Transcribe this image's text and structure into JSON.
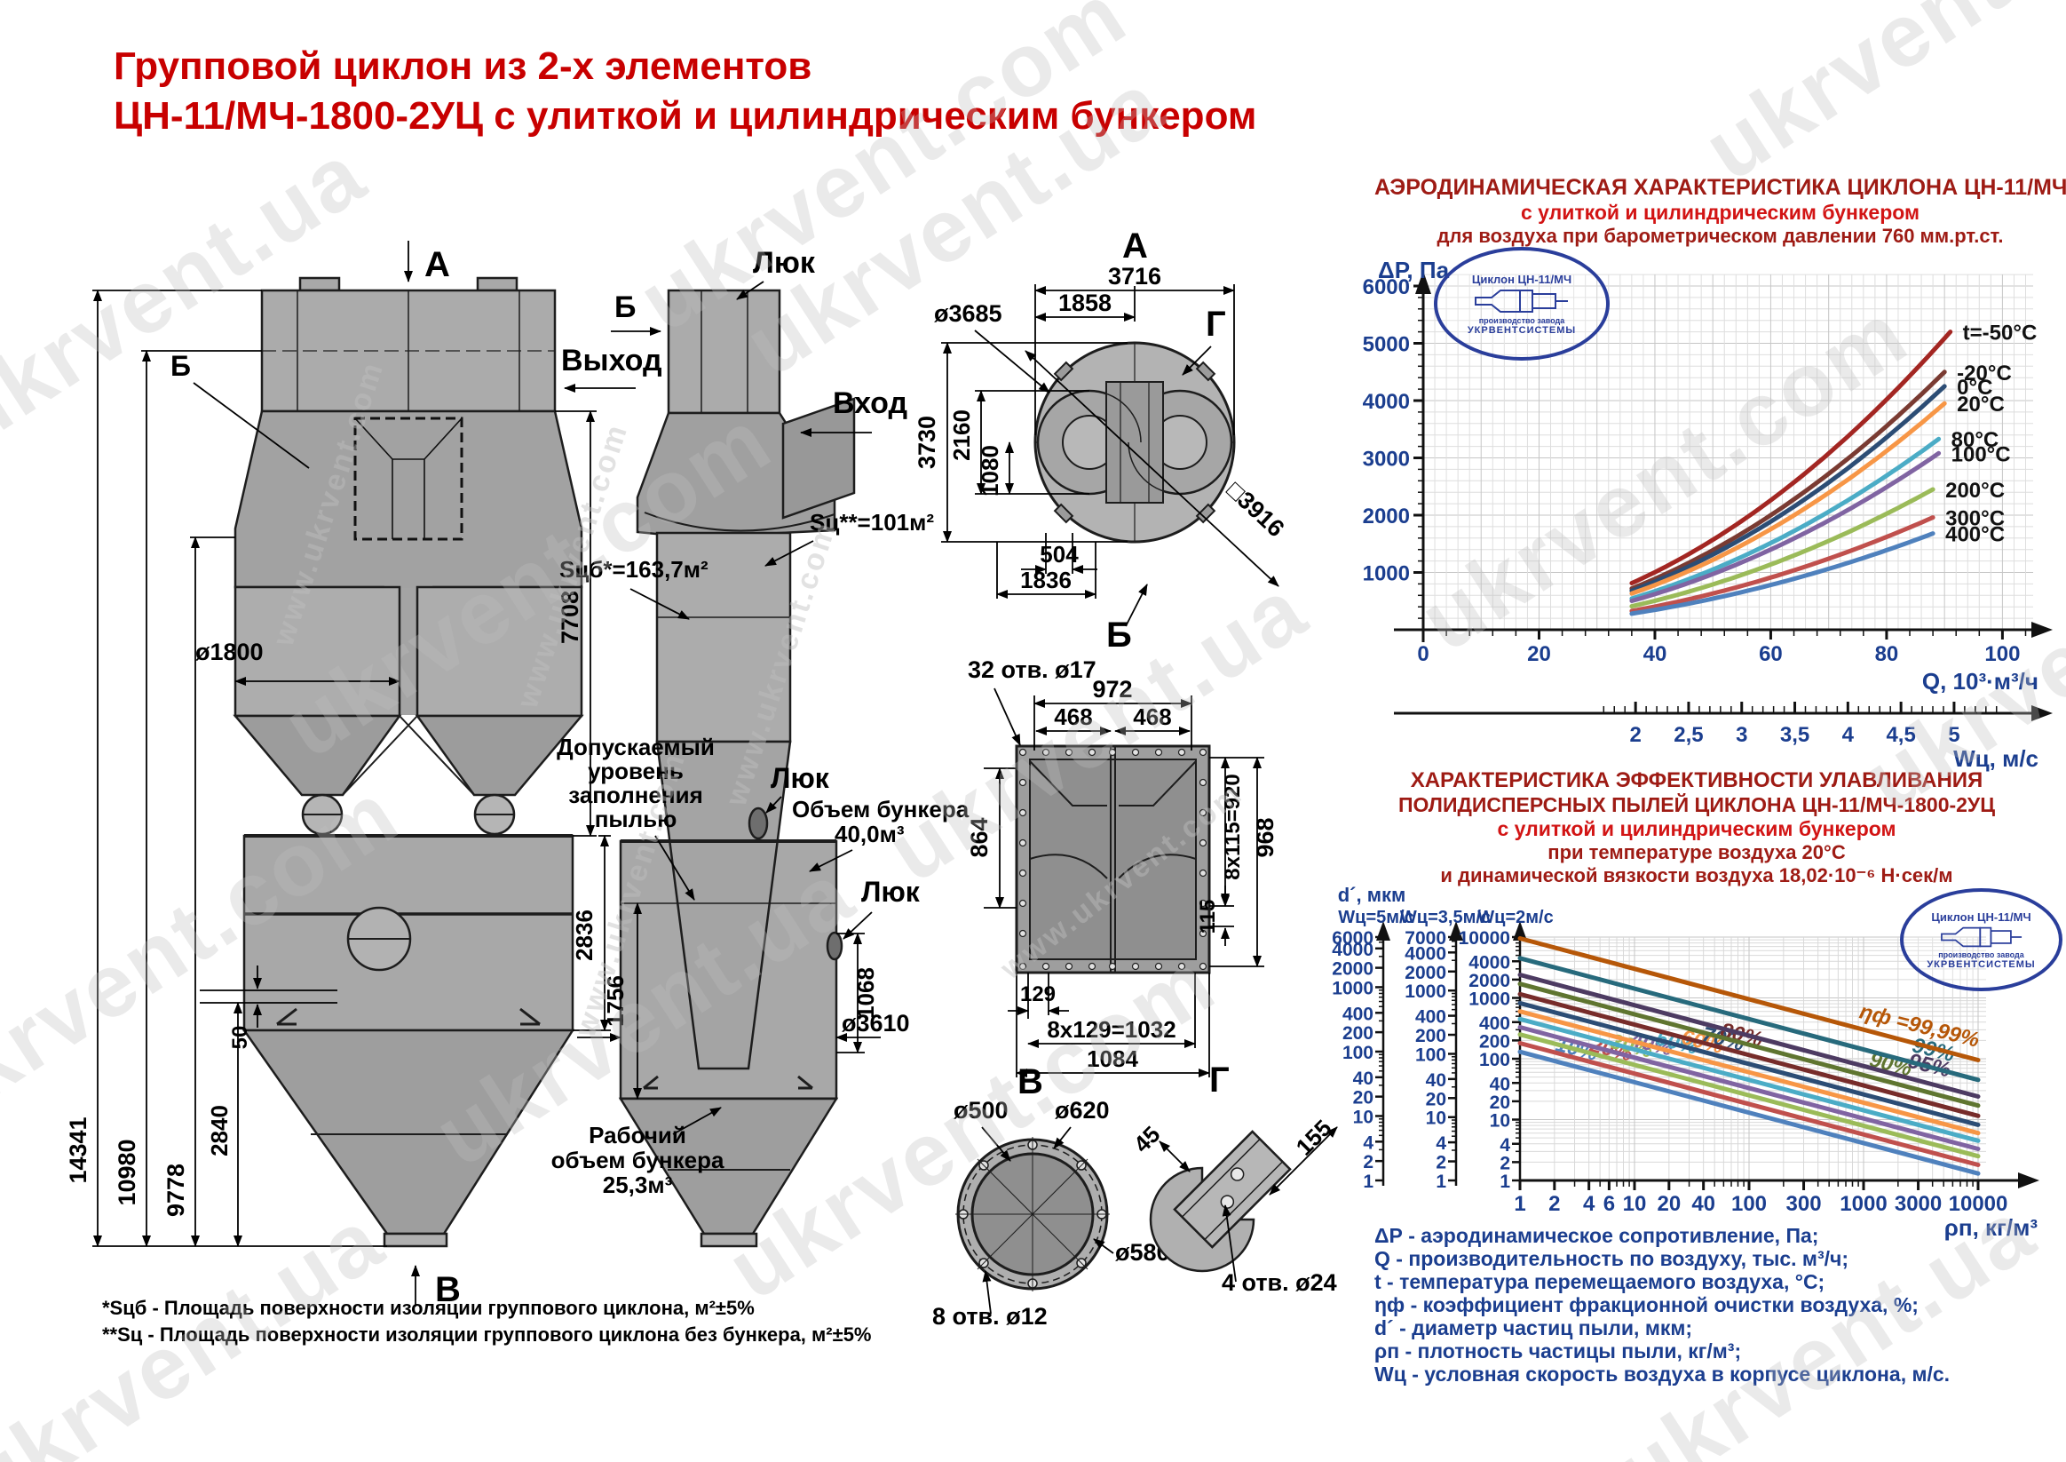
{
  "title": {
    "line1": "Групповой циклон из 2-х элементов",
    "line2": "ЦН-11/МЧ-1800-2УЦ с улиткой и цилиндрическим бункером"
  },
  "watermarks": {
    "texts": [
      "ukrvent.com",
      "ukrvent.ua",
      "www.ukrvent.com"
    ]
  },
  "front_view": {
    "section_top": "А",
    "section_label_b": "Б",
    "section_bottom": "В",
    "dim_total_height": "14341",
    "dim_height_10980": "10980",
    "dim_height_9778": "9778",
    "dim_cyclone_diameter": "ø1800",
    "dim_element_height": "7708",
    "dim_bunker_height": "2836",
    "dim_gap": "50",
    "dim_cone_height": "2840"
  },
  "side_view": {
    "hatch_top": "Люк",
    "section_b": "Б",
    "outlet": "Выход",
    "inlet": "Вход",
    "s_cyclone": "Sц**=101м²",
    "s_insulation": "Sцб*=163,7м²",
    "dust_level_lines": [
      "Допускаемый",
      "уровень",
      "заполнения",
      "пылью"
    ],
    "hatch_mid": "Люк",
    "hatch_bottom": "Люк",
    "bunker_volume_l1": "Объем бункера",
    "bunker_volume_l2": "40,0м³",
    "dim_1756": "1756",
    "dim_1068": "1068",
    "dim_bunker_diameter": "ø3610",
    "work_volume_l1": "Рабочий",
    "work_volume_l2": "объем бункера",
    "work_volume_l3": "25,3м³"
  },
  "view_a": {
    "title": "А",
    "dim_3716": "3716",
    "dim_1858": "1858",
    "dim_3685": "ø3685",
    "section_g": "Г",
    "dim_3730": "3730",
    "dim_2160": "2160",
    "dim_1080": "1080",
    "dim_504": "504",
    "dim_1836": "1836",
    "dim_3916": "□3916",
    "section_b": "Б"
  },
  "view_b": {
    "holes_note": "32 отв. ø17",
    "dim_972": "972",
    "dim_468_left": "468",
    "dim_468_right": "468",
    "dim_864": "864",
    "dim_8x115": "8х115=920",
    "dim_968": "968",
    "dim_115": "115",
    "dim_129": "129",
    "dim_8x129": "8х129=1032",
    "dim_1084": "1084"
  },
  "view_v": {
    "title": "В",
    "dim_500": "ø500",
    "dim_620": "ø620",
    "dim_580": "ø580",
    "holes_note": "8 отв. ø12"
  },
  "view_g": {
    "title": "Г",
    "dim_45": "45",
    "dim_155": "155",
    "holes_note": "4 отв. ø24"
  },
  "badge": {
    "line1": "Циклон ЦН-11/МЧ",
    "line2": "производство завода",
    "line3": "УКРВЕНТСИСТЕМЫ"
  },
  "footnotes": [
    "*Sцб - Площадь поверхности изоляции группового циклона, м²±5%",
    "**Sц - Площадь поверхности изоляции группового циклона без бункера, м²±5%"
  ],
  "legend": [
    "ΔР - аэродинамическое сопротивление, Па;",
    "Q - производительность по воздуху, тыс. м³/ч;",
    "t - температура перемещаемого воздуха, °С;",
    "ηф - коэффициент фракционной очистки воздуха, %;",
    "d´ - диаметр частиц пыли, мкм;",
    "ρп - плотность частицы пыли, кг/м³;",
    "Wц - условная скорость воздуха в корпусе циклона, м/с."
  ],
  "chart_data": [
    {
      "type": "line",
      "title_lines": [
        {
          "text": "АЭРОДИНАМИЧЕСКАЯ  ХАРАКТЕРИСТИКА  ЦИКЛОНА ЦН-11/МЧ-1800-2УЦ",
          "tone": "dark"
        },
        {
          "text": "с улиткой и цилиндрическим бункером",
          "tone": "bright"
        },
        {
          "text": "для воздуха при барометрическом давлении 760 мм.рт.ст.",
          "tone": "dark"
        }
      ],
      "ylabel": "ΔР, Па",
      "xlabel": "Q, 10³·м³/ч",
      "x2label": "Wц, м/с",
      "xlim": [
        0,
        105
      ],
      "ylim": [
        0,
        6200
      ],
      "xticks": [
        0,
        20,
        40,
        60,
        80,
        100
      ],
      "yticks": [
        1000,
        2000,
        3000,
        4000,
        5000,
        6000
      ],
      "x2ticks": [
        2,
        2.5,
        3,
        3.5,
        4,
        4.5,
        5
      ],
      "x2labels": [
        "2",
        "2,5",
        "3",
        "3,5",
        "4",
        "4,5",
        "5"
      ],
      "wc_to_q": 18.33,
      "grid": true,
      "series": [
        {
          "name": "t=-50°C",
          "color": "#a32622",
          "q_start": 36,
          "q_end": 91,
          "dp_end": 5200
        },
        {
          "name": "-20°C",
          "color": "#7a3b32",
          "q_start": 36,
          "q_end": 90,
          "dp_end": 4500
        },
        {
          "name": "0°C",
          "color": "#2c4d75",
          "q_start": 36,
          "q_end": 90,
          "dp_end": 4250
        },
        {
          "name": "20°C",
          "color": "#f79646",
          "q_start": 36,
          "q_end": 90,
          "dp_end": 3950
        },
        {
          "name": "80°C",
          "color": "#4bacc6",
          "q_start": 36,
          "q_end": 89,
          "dp_end": 3330
        },
        {
          "name": "100°C",
          "color": "#8064a2",
          "q_start": 36,
          "q_end": 89,
          "dp_end": 3080
        },
        {
          "name": "200°C",
          "color": "#9bbb59",
          "q_start": 36,
          "q_end": 88,
          "dp_end": 2450
        },
        {
          "name": "300°C",
          "color": "#c0504d",
          "q_start": 36,
          "q_end": 88,
          "dp_end": 1960
        },
        {
          "name": "400°C",
          "color": "#4f81bd",
          "q_start": 36,
          "q_end": 88,
          "dp_end": 1680
        }
      ]
    },
    {
      "type": "line",
      "scale": "log-log",
      "title_lines": [
        {
          "text": "ХАРАКТЕРИСТИКА  ЭФФЕКТИВНОСТИ УЛАВЛИВАНИЯ",
          "tone": "dark"
        },
        {
          "text": "ПОЛИДИСПЕРСНЫХ ПЫЛЕЙ ЦИКЛОНА ЦН-11/МЧ-1800-2УЦ",
          "tone": "dark"
        },
        {
          "text": "с улиткой и цилиндрическим бункером",
          "tone": "bright"
        },
        {
          "text": "при температуре воздуха 20°С",
          "tone": "dark"
        },
        {
          "text": "и динамической вязкости воздуха  18,02·10⁻⁶ Н·сек/м",
          "tone": "dark"
        }
      ],
      "ylabel": "d´, мкм",
      "xlabel": "ρп, кг/м³",
      "xlim": [
        1,
        13000
      ],
      "xticks": [
        1,
        2,
        4,
        6,
        10,
        20,
        40,
        100,
        300,
        1000,
        3000,
        10000
      ],
      "yaxes": [
        {
          "header": "Wц=5м/с",
          "max": 6000,
          "tick_labels": [
            6000,
            4000,
            2000,
            1000,
            400,
            200,
            100,
            40,
            20,
            10,
            4,
            2,
            1
          ]
        },
        {
          "header": "Wц=3,5м/с",
          "max": 7000,
          "tick_labels": [
            7000,
            4000,
            2000,
            1000,
            400,
            200,
            100,
            40,
            20,
            10,
            4,
            2,
            1
          ]
        },
        {
          "header": "Wц=2м/с",
          "max": 10000,
          "tick_labels": [
            10000,
            4000,
            2000,
            1000,
            400,
            200,
            100,
            40,
            20,
            10,
            4,
            2,
            1
          ]
        }
      ],
      "series": [
        {
          "name": "10%",
          "color": "#4f81bd",
          "d_at_rho1": 130,
          "label_rho": 2
        },
        {
          "name": "20%",
          "color": "#c0504d",
          "d_at_rho1": 180,
          "label_rho": 4
        },
        {
          "name": "30%",
          "color": "#9bbb59",
          "d_at_rho1": 250,
          "label_rho": 6
        },
        {
          "name": "40%",
          "color": "#8064a2",
          "d_at_rho1": 330,
          "label_rho": 9
        },
        {
          "name": "50%",
          "color": "#4bacc6",
          "d_at_rho1": 450,
          "label_rho": 15
        },
        {
          "name": "60%",
          "color": "#f79646",
          "d_at_rho1": 600,
          "label_rho": 25
        },
        {
          "name": "70%",
          "color": "#2c4d75",
          "d_at_rho1": 820,
          "label_rho": 38
        },
        {
          "name": "80%",
          "color": "#772c2a",
          "d_at_rho1": 1150,
          "label_rho": 55
        },
        {
          "name": "90%",
          "color": "#5f7530",
          "d_at_rho1": 1700,
          "label_rho": 1100
        },
        {
          "name": "95%",
          "color": "#4d3b62",
          "d_at_rho1": 2400,
          "label_rho": 2400
        },
        {
          "name": "99%",
          "color": "#276a7c",
          "d_at_rho1": 4500,
          "label_rho": 2600
        },
        {
          "name": "ηф =99,99%",
          "color": "#b65708",
          "d_at_rho1": 9500,
          "label_rho": 900
        }
      ]
    }
  ]
}
